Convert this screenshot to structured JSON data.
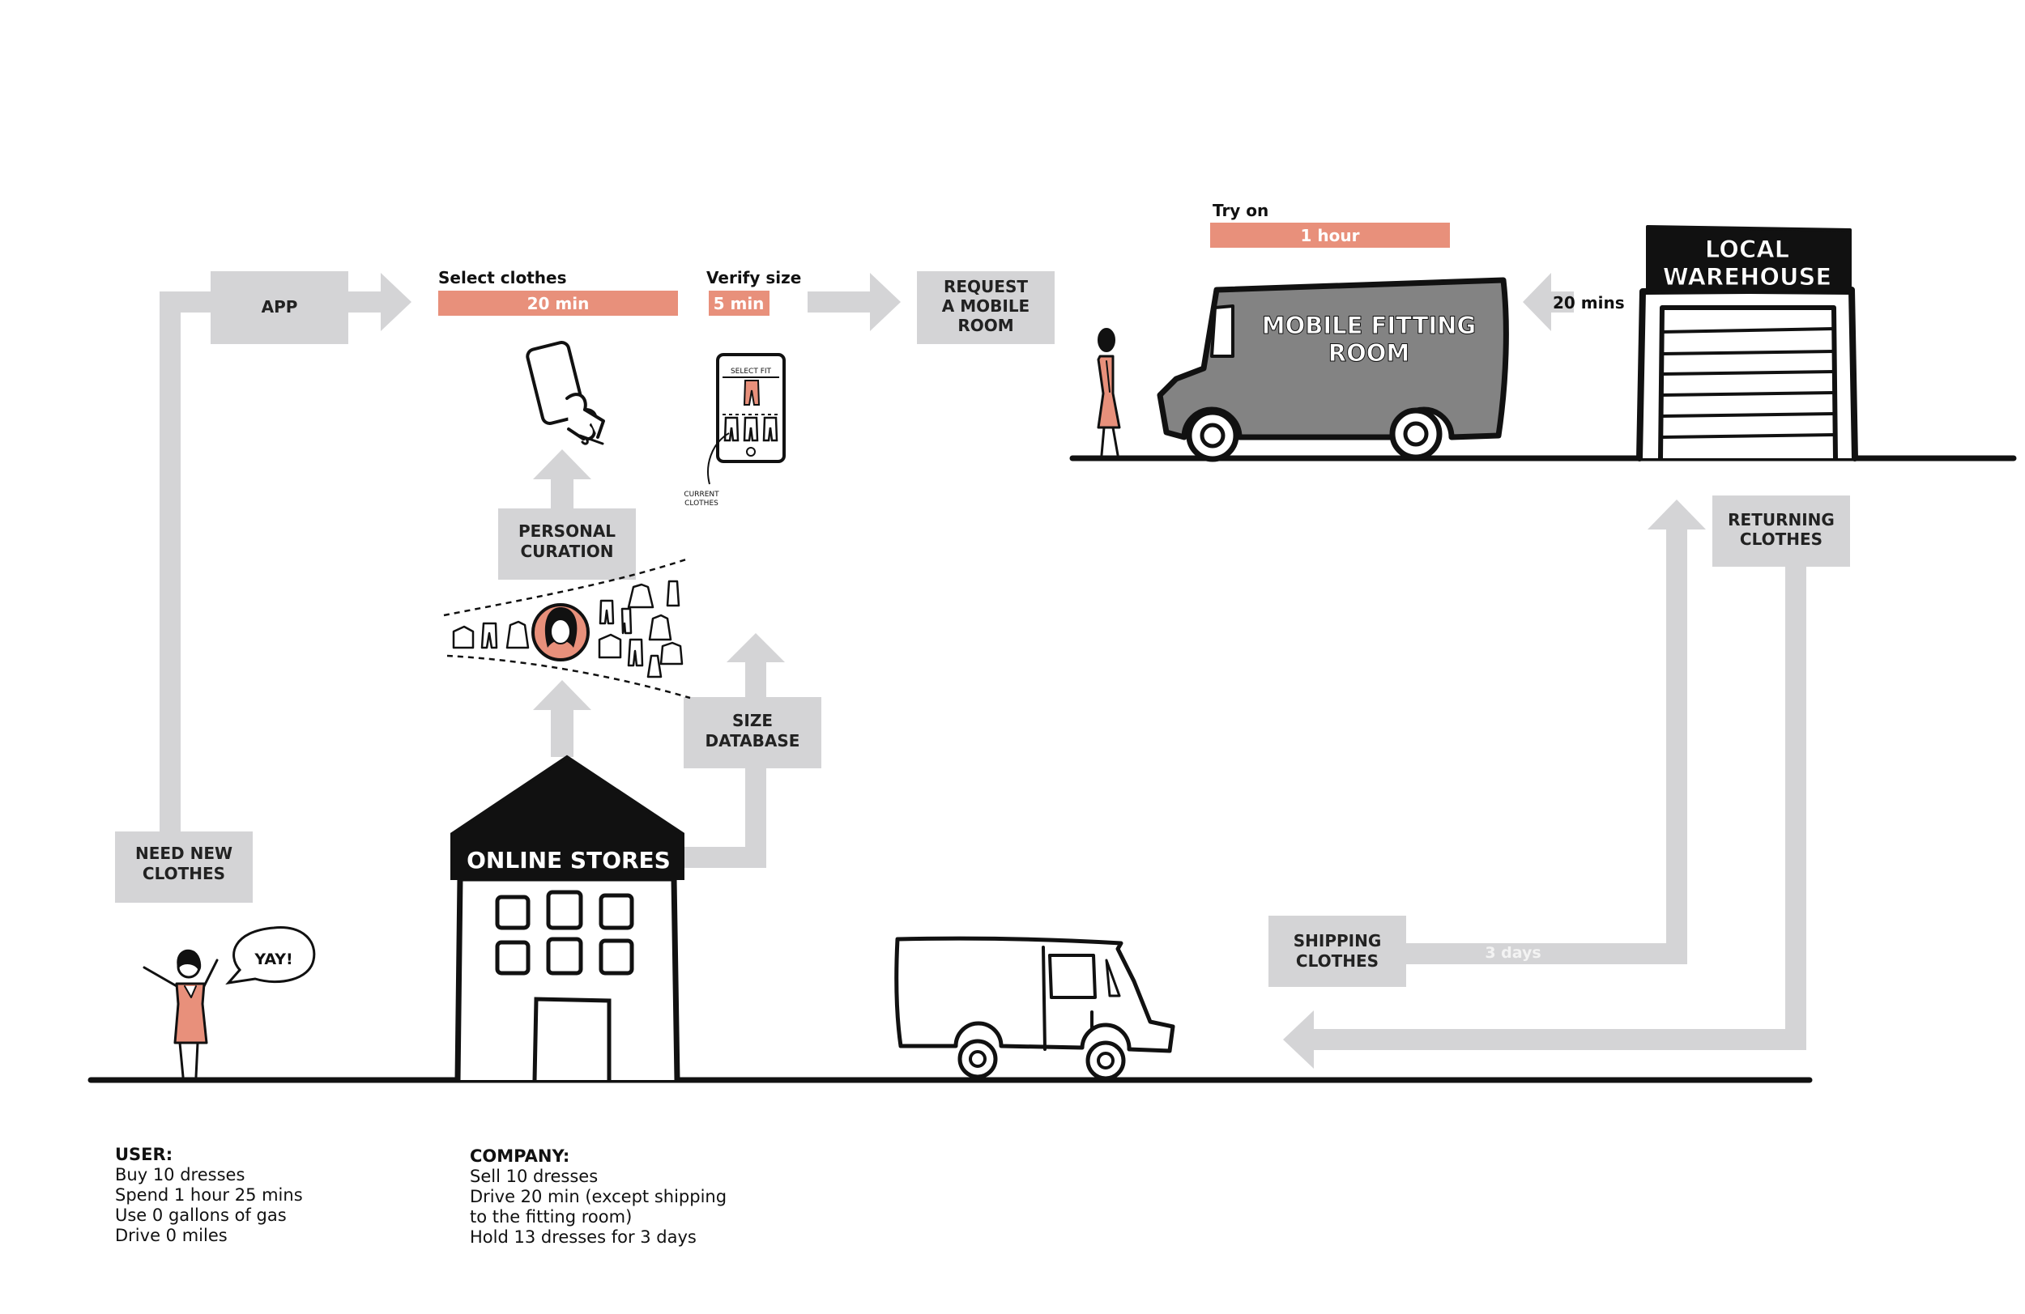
{
  "colors": {
    "gray_box": "#d4d4d6",
    "salmon": "#e8907b",
    "van_gray": "#838383",
    "ink": "#111111"
  },
  "boxes": {
    "need_new_clothes": [
      "NEED NEW",
      "CLOTHES"
    ],
    "app": [
      "APP"
    ],
    "request_mobile_room": [
      "REQUEST",
      "A MOBILE",
      "ROOM"
    ],
    "personal_curation": [
      "PERSONAL",
      "CURATION"
    ],
    "size_database": [
      "SIZE",
      "DATABASE"
    ],
    "returning_clothes": [
      "RETURNING",
      "CLOTHES"
    ],
    "shipping_clothes": [
      "SHIPPING",
      "CLOTHES"
    ]
  },
  "steps": {
    "select_clothes": {
      "label": "Select clothes",
      "duration": "20 min"
    },
    "verify_size": {
      "label": "Verify size",
      "duration": "5 min"
    },
    "try_on": {
      "label": "Try on",
      "duration": "1 hour"
    }
  },
  "arrow_labels": {
    "warehouse_to_van": "20 mins",
    "shipping": "3 days"
  },
  "signs": {
    "online_stores": "ONLINE STORES",
    "local_warehouse": [
      "LOCAL",
      "WAREHOUSE"
    ],
    "mobile_fitting_room": [
      "MOBILE FITTING",
      "ROOM"
    ]
  },
  "speech_bubble": "YAY!",
  "phone_screen": {
    "title": "SELECT FIT",
    "caption": [
      "CURRENT",
      "CLOTHES"
    ]
  },
  "notes": {
    "user": {
      "heading": "USER:",
      "lines": [
        "Buy 10 dresses",
        "Spend 1 hour 25 mins",
        "Use 0 gallons of gas",
        "Drive 0 miles"
      ]
    },
    "company": {
      "heading": "COMPANY:",
      "lines": [
        "Sell 10 dresses",
        "Drive 20 min (except shipping",
        "to the fitting room)",
        "Hold 13 dresses for 3 days"
      ]
    }
  }
}
